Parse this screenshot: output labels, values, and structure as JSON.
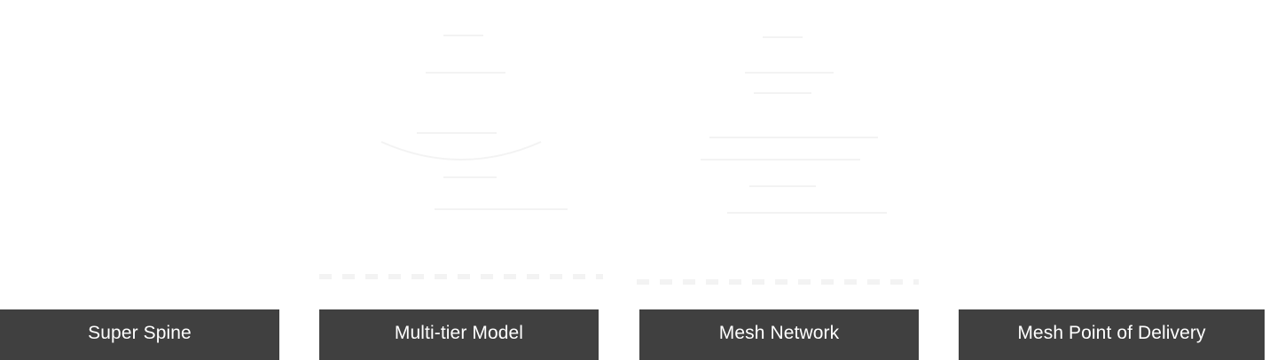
{
  "cards": [
    {
      "label": "Super Spine"
    },
    {
      "label": "Multi-tier Model"
    },
    {
      "label": "Mesh Network"
    },
    {
      "label": "Mesh Point of Delivery"
    }
  ],
  "colors": {
    "card_background": "#404040",
    "card_text": "#ffffff",
    "page_background": "#ffffff",
    "faint_artwork": "#f4f4f4"
  }
}
